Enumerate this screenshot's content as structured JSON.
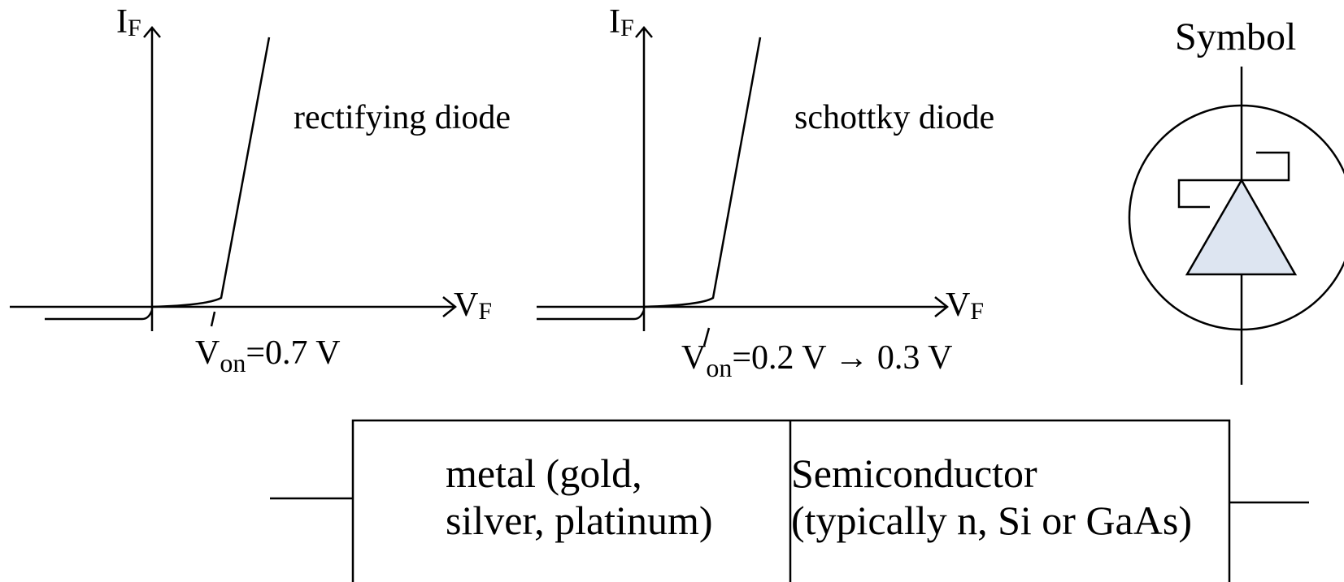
{
  "graphs": [
    {
      "i_axis": "I",
      "i_sub": "F",
      "v_axis": "V",
      "v_sub": "F",
      "title": "rectifying diode",
      "von_main": "V",
      "von_sub": "on",
      "von_eq": "=0.7 V"
    },
    {
      "i_axis": "I",
      "i_sub": "F",
      "v_axis": "V",
      "v_sub": "F",
      "title": "schottky diode",
      "von_main": "V",
      "von_sub": "on",
      "von_eq": "=0.2 V → 0.3 V"
    }
  ],
  "symbol": {
    "title": "Symbol",
    "fill": "#dde5f1"
  },
  "junction": {
    "metal_line1": "metal (gold,",
    "metal_line2": "silver, platinum)",
    "semi_line1": "Semiconductor",
    "semi_line2": "(typically n, Si or GaAs)"
  }
}
